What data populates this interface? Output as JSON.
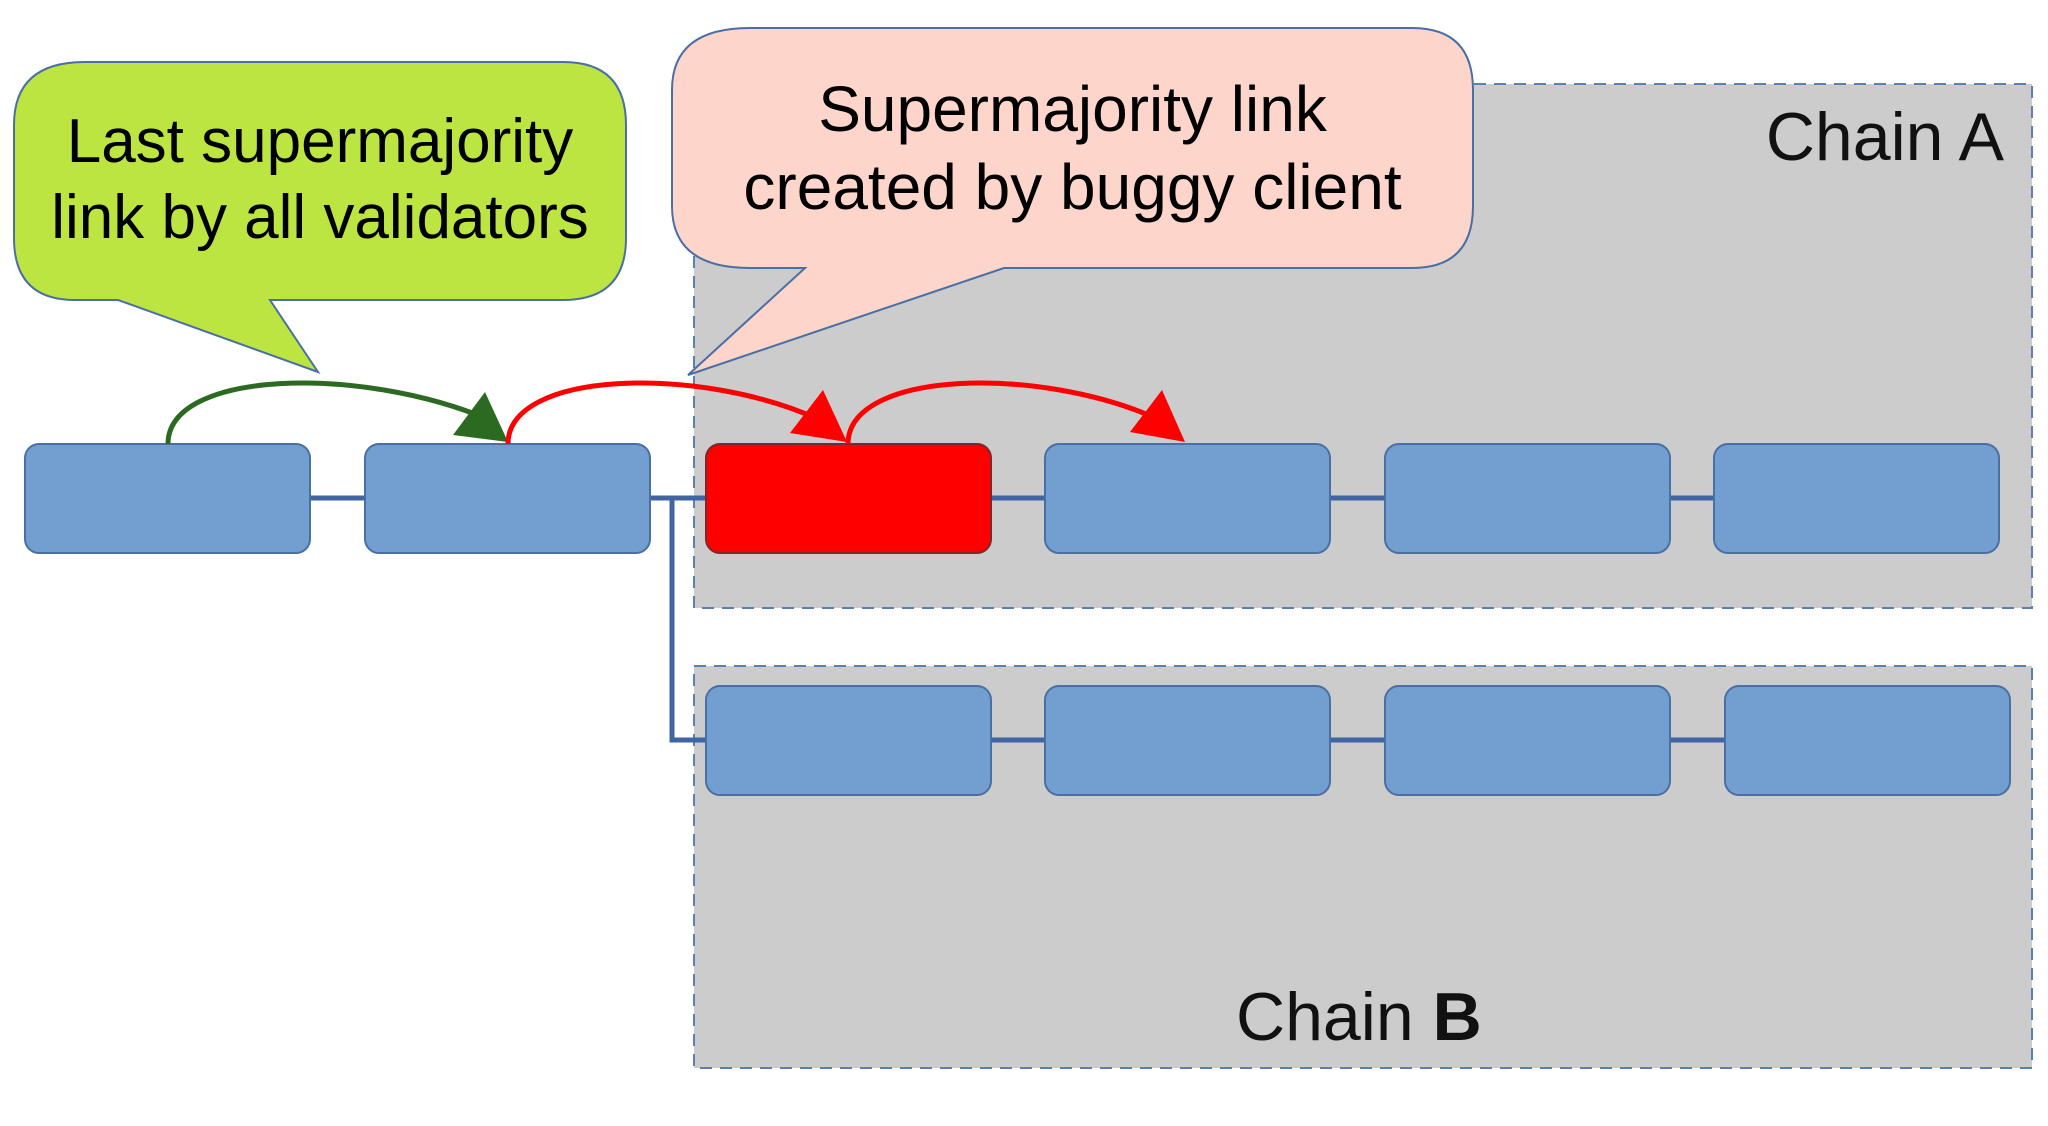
{
  "callouts": {
    "green": {
      "text": "Last supermajority\nlink by all validators",
      "fill": "#bde541"
    },
    "pink": {
      "text": "Supermajority link\ncreated by buggy client",
      "fill": "#fdd5cb"
    }
  },
  "chains": {
    "a": {
      "label": "Chain A"
    },
    "b": {
      "label_prefix": "Chain ",
      "label_bold": "B"
    }
  },
  "colors": {
    "block": "#729fcf",
    "block_border": "#4a6fa5",
    "buggy_block": "#ff0000",
    "connector": "#3f66a3",
    "region": "#cccccc",
    "region_border": "#5a7fb0",
    "green_link": "#2d6a21",
    "red_link": "#ff0000"
  }
}
